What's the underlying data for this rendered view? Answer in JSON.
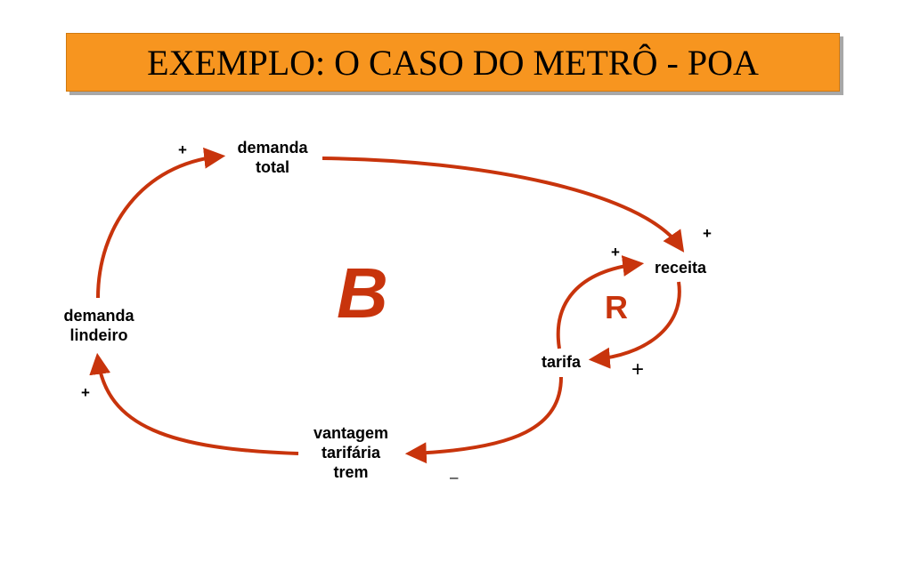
{
  "title": "EXEMPLO: O CASO DO METRÔ - POA",
  "nodes": {
    "demanda_total": [
      "demanda",
      "total"
    ],
    "receita": [
      "receita"
    ],
    "tarifa": [
      "tarifa"
    ],
    "vantagem": [
      "vantagem",
      "tarifária",
      "trem"
    ],
    "demanda_lindeiro": [
      "demanda",
      "lindeiro"
    ]
  },
  "signs": {
    "to_demanda_total": "+",
    "to_receita_from_total": "+",
    "to_receita_from_tarifa": "+",
    "to_tarifa": "+",
    "to_vantagem": "–",
    "to_demanda_lindeiro": "+"
  },
  "loops": {
    "balancing": "B",
    "reinforcing": "R"
  },
  "colors": {
    "title_bg": "#f7951f",
    "arrow": "#c8340c",
    "loop_label": "#c8340c"
  }
}
